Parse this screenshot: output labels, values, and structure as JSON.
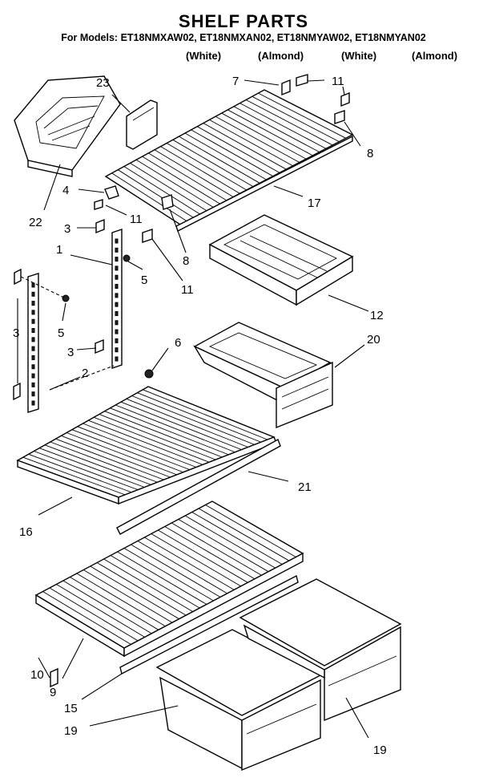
{
  "header": {
    "title": "SHELF PARTS",
    "models_line": "For Models: ET18NMXAW02, ET18NMXAN02, ET18NMYAW02, ET18NMYAN02",
    "variants": [
      "(White)",
      "(Almond)",
      "(White)",
      "(Almond)"
    ]
  },
  "callouts": {
    "c23": "23",
    "c7": "7",
    "c11a": "11",
    "c8a": "8",
    "c17": "17",
    "c4": "4",
    "c11b": "11",
    "c22": "22",
    "c3a": "3",
    "c1": "1",
    "c8b": "8",
    "c5a": "5",
    "c11c": "11",
    "c12": "12",
    "c3b": "3",
    "c5b": "5",
    "c6": "6",
    "c20": "20",
    "c3c": "3",
    "c2": "2",
    "c21": "21",
    "c16": "16",
    "c10": "10",
    "c9": "9",
    "c15": "15",
    "c19a": "19",
    "c19b": "19"
  }
}
